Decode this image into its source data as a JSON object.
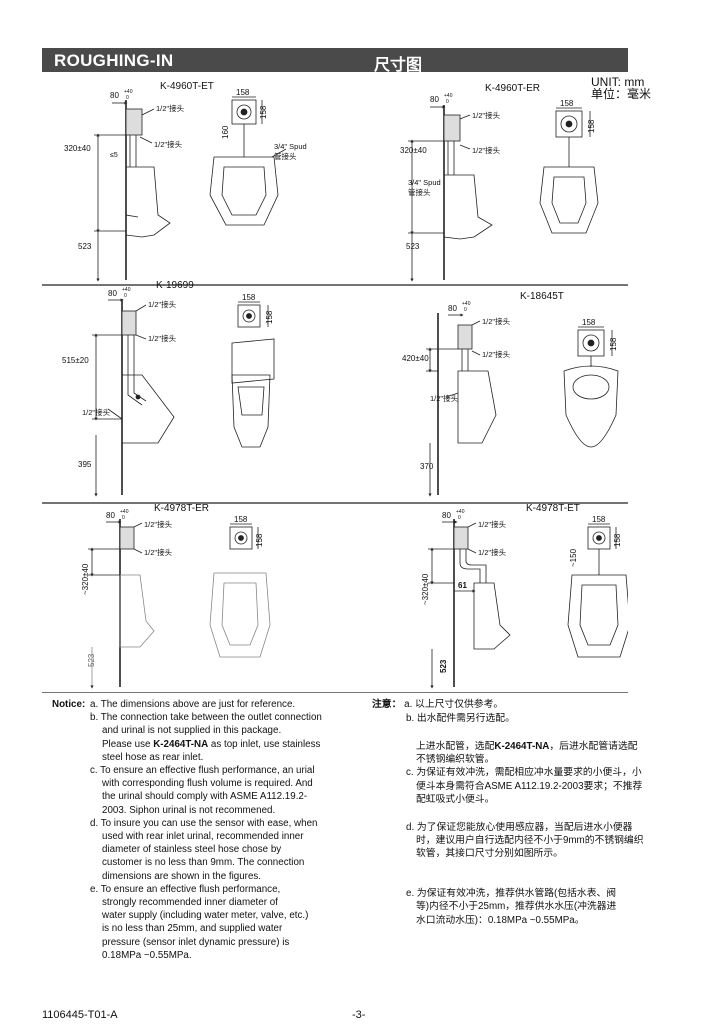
{
  "header": {
    "title_en": "ROUGHING-IN",
    "title_zh": "尺寸图"
  },
  "unit": {
    "en": "UNIT: mm",
    "zh": "单位：毫米"
  },
  "models": {
    "m1": "K-4960T-ET",
    "m2": "K-4960T-ER",
    "m3": "K-19699",
    "m4": "K-18645T",
    "m5": "K-4978T-ER",
    "m6": "K-4978T-ET"
  },
  "dims": {
    "d80": "80",
    "tol_plus": "+40",
    "tol_zero": "0",
    "d158": "158",
    "d160": "160",
    "d150": "~150",
    "d320": "320±40",
    "d320v": "~320±40",
    "d420": "420±40",
    "d515": "515±20",
    "d523": "523",
    "d395": "395",
    "d370": "370",
    "d61": "61",
    "d5": "≤5",
    "half_conn": "1/2\"接头",
    "spud_en": "3/4\" Spud",
    "spud_zh": "管接头"
  },
  "notes_en": {
    "label": "Notice:",
    "a": "a. The dimensions above are just for reference.",
    "b1": "b. The connection take between the outlet connection",
    "b2": "and urinal is not supplied in this package.",
    "b3_pre": "Please use ",
    "b3_bold": "K-2464T-NA",
    "b3_post": " as top inlet, use stainless",
    "b4": "steel hose as rear inlet.",
    "c1": "c. To ensure an effective flush performance, an urial",
    "c2": "with corresponding flush volume is required. And",
    "c3": "the urinal should comply with  ASME A112.19.2-",
    "c4": "2003. Siphon urinal is not recommened.",
    "d1": "d. To insure you can use the sensor with ease, when",
    "d2": "used with rear inlet urinal, recommended inner",
    "d3": "diameter of stainless steel hose chose by",
    "d4": "customer is no less than 9mm. The connection",
    "d5": "dimensions are shown in the figures.",
    "e1": "e. To ensure an effective flush performance,",
    "e2": "strongly recommended inner diameter of",
    "e3": "water supply (including water meter, valve, etc.)",
    "e4": "is no less than 25mm, and supplied water",
    "e5": "pressure (sensor inlet dynamic pressure) is",
    "e6": "0.18MPa ~0.55MPa."
  },
  "notes_zh": {
    "label": "注意：",
    "a": "a. 以上尺寸仅供参考。",
    "b": "b. 出水配件需另行选配。",
    "b2_pre": "上进水配管，选配",
    "b2_bold": "K-2464T-NA",
    "b2_post": "，后进水配管请选配",
    "b3": "不锈钢编织软管。",
    "c1": "c. 为保证有效冲洗，需配相应冲水量要求的小便斗，小",
    "c2": "便斗本身需符合ASME A112.19.2-2003要求；不推荐",
    "c3": "配虹吸式小便斗。",
    "d1": "d. 为了保证您能放心使用感应器，当配后进水小便器",
    "d2": "时，建议用户自行选配内径不小于9mm的不锈钢编织",
    "d3": "软管，其接口尺寸分别如图所示。",
    "e1": "e. 为保证有效冲洗，推荐供水管路(包括水表、阀",
    "e2": "等)内径不小于25mm，推荐供水水压(冲洗器进",
    "e3": "水口流动水压)：0.18MPa ~0.55MPa。"
  },
  "footer": {
    "doc_id": "1106445-T01-A",
    "page": "-3-"
  }
}
